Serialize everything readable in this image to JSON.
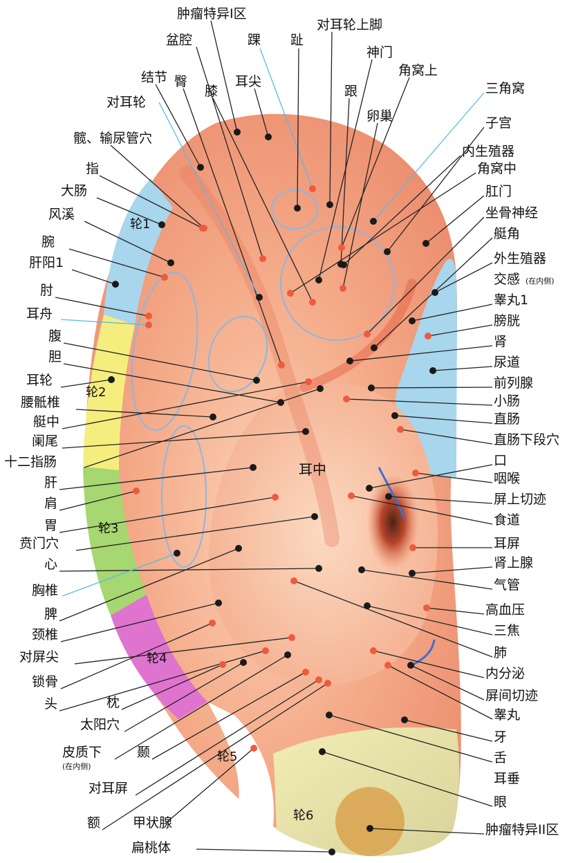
{
  "colors": {
    "skin": "#f3a382",
    "skin_light": "#f9c6a6",
    "skin_deep": "#e2664a",
    "helix_blue": "#a8d6ec",
    "helix_yellow": "#f5ee7e",
    "helix_green": "#a6d770",
    "helix_pink": "#df74cf",
    "lobe": "#ede7a9",
    "lobe_dark": "#cdc893",
    "tumor_circle": "#d9a24e",
    "point_black": "#1a1a1a",
    "point_red": "#f05a3c",
    "outline_blue": "#8fb5de",
    "leader_line": "#222222",
    "leader_blue": "#58b9e8"
  },
  "center_label": "耳中",
  "zones": {
    "lun1": "轮1",
    "lun2": "轮2",
    "lun3": "轮3",
    "lun4": "轮4",
    "lun5": "轮5",
    "lun6": "轮6"
  },
  "labels": {
    "zhongliu1": "肿瘤特异I区",
    "penqiang": "盆腔",
    "huai": "踝",
    "zhi_toe": "趾",
    "duierlun_shangjiao": "对耳轮上脚",
    "shenmen": "神门",
    "jiewo_shang": "角窝上",
    "jiejie": "结节",
    "tun": "臀",
    "xi": "膝",
    "erjian": "耳尖",
    "gen": "跟",
    "luanchao": "卵巢",
    "sanjiaowo": "三角窝",
    "duierlun": "对耳轮",
    "zigong": "子宫",
    "kuan": "髋、输尿管穴",
    "neishengzhiqi": "内生殖器",
    "zhi_finger": "指",
    "jiewo_zhong": "角窝中",
    "dachang": "大肠",
    "gangmen": "肛门",
    "fengxi": "风溪",
    "zuogu": "坐骨神经",
    "wan": "腕",
    "tingjiao": "艇角",
    "ganyang": "肝阳1",
    "waishengzhiqi": "外生殖器",
    "zhou": "肘",
    "jiaogan": "交感",
    "zainei_1": "(在内侧)",
    "erzhou": "耳舟",
    "gaowan1": "睾丸1",
    "fu": "腹",
    "pangguang": "膀胱",
    "shen": "肾",
    "dan": "胆",
    "niaodao": "尿道",
    "erlun": "耳轮",
    "qianliexian": "前列腺",
    "yaodizhui": "腰骶椎",
    "xiaochang": "小肠",
    "tingzhong": "艇中",
    "zhichang": "直肠",
    "lanwei": "阑尾",
    "zhichang_xia": "直肠下段穴",
    "shierzhi": "十二指肠",
    "kou": "口",
    "gan": "肝",
    "yanhou": "咽喉",
    "jian": "肩",
    "pingshang": "屏上切迹",
    "wei": "胃",
    "shidao": "食道",
    "benmen": "贲门穴",
    "erping": "耳屏",
    "xin": "心",
    "shenshangxian": "肾上腺",
    "xiongzhui": "胸椎",
    "qiguan": "气管",
    "pi": "脾",
    "gaoxueya": "高血压",
    "jingzhui": "颈椎",
    "sanjiao": "三焦",
    "duipingjian": "对屏尖",
    "fei": "肺",
    "suogu": "锁骨",
    "neifenmi": "内分泌",
    "tou": "头",
    "pingjian": "屏间切迹",
    "zhen": "枕",
    "gaowan": "睾丸",
    "taiyang": "太阳穴",
    "ya": "牙",
    "pizhixia": "皮质下",
    "zainei_2": "(在内侧)",
    "nie": "颞",
    "she": "舌",
    "duierping": "对耳屏",
    "erchui": "耳垂",
    "e": "额",
    "jiazhuangxian": "甲状腺",
    "yan": "眼",
    "zhongliu2": "肿瘤特异II区",
    "biantaoti": "扁桃体"
  }
}
